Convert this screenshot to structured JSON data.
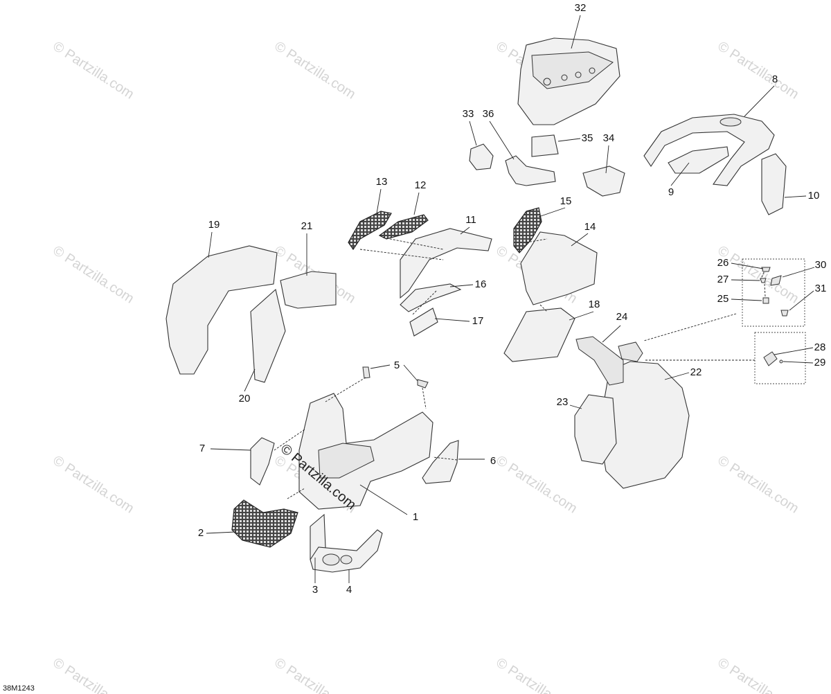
{
  "diagram": {
    "watermark_text": "© Partzilla.com",
    "center_watermark": "© Partzilla.com",
    "drawing_code": "38M1243",
    "callouts": [
      "1",
      "2",
      "3",
      "4",
      "5",
      "6",
      "7",
      "8",
      "9",
      "10",
      "11",
      "12",
      "13",
      "14",
      "15",
      "16",
      "17",
      "18",
      "19",
      "20",
      "21",
      "22",
      "23",
      "24",
      "25",
      "26",
      "27",
      "28",
      "29",
      "30",
      "31",
      "32",
      "33",
      "34",
      "35",
      "36"
    ]
  }
}
